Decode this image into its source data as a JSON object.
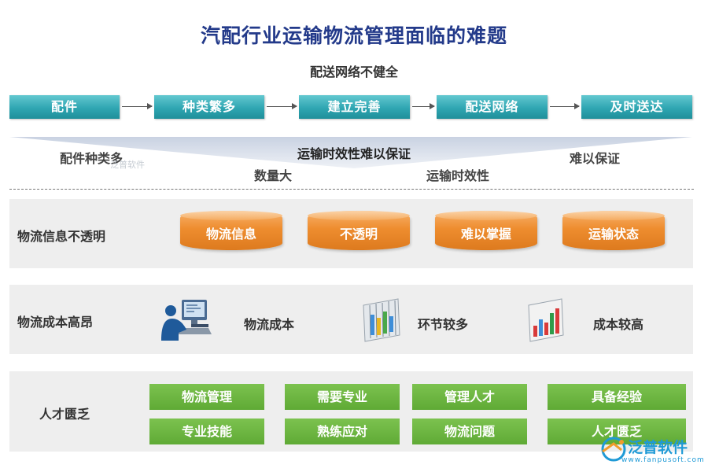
{
  "title": "汽配行业运输物流管理面临的难题",
  "section1": {
    "subtitle": "配送网络不健全",
    "flow": [
      "配件",
      "种类繁多",
      "建立完善",
      "配送网络",
      "及时送达"
    ],
    "funnel_center": "运输时效性难以保证",
    "funnel_labels": [
      "配件种类多",
      "数量大",
      "运输时效性",
      "难以保证"
    ]
  },
  "section2": {
    "label": "物流信息不透明",
    "cylinders": [
      "物流信息",
      "不透明",
      "难以掌握",
      "运输状态"
    ]
  },
  "section3": {
    "label": "物流成本高昂",
    "items": [
      {
        "icon": "computer-user-icon",
        "text": "物流成本"
      },
      {
        "icon": "grid-chart-icon",
        "text": "环节较多"
      },
      {
        "icon": "bar-chart-icon",
        "text": "成本较高"
      }
    ]
  },
  "section4": {
    "label": "人才匮乏",
    "row1": [
      "物流管理",
      "需要专业",
      "管理人才",
      "具备经验"
    ],
    "row2": [
      "专业技能",
      "熟练应对",
      "物流问题",
      "人才匮乏"
    ]
  },
  "logo": {
    "name": "泛普软件",
    "url": "www.fanpusoft.com",
    "watermark": "泛普软件"
  },
  "colors": {
    "title": "#233a8a",
    "flow": "#2fa6b2",
    "cylinder": "#ee8d2f",
    "green": "#5faa35",
    "logo": "#1f9ad6"
  }
}
